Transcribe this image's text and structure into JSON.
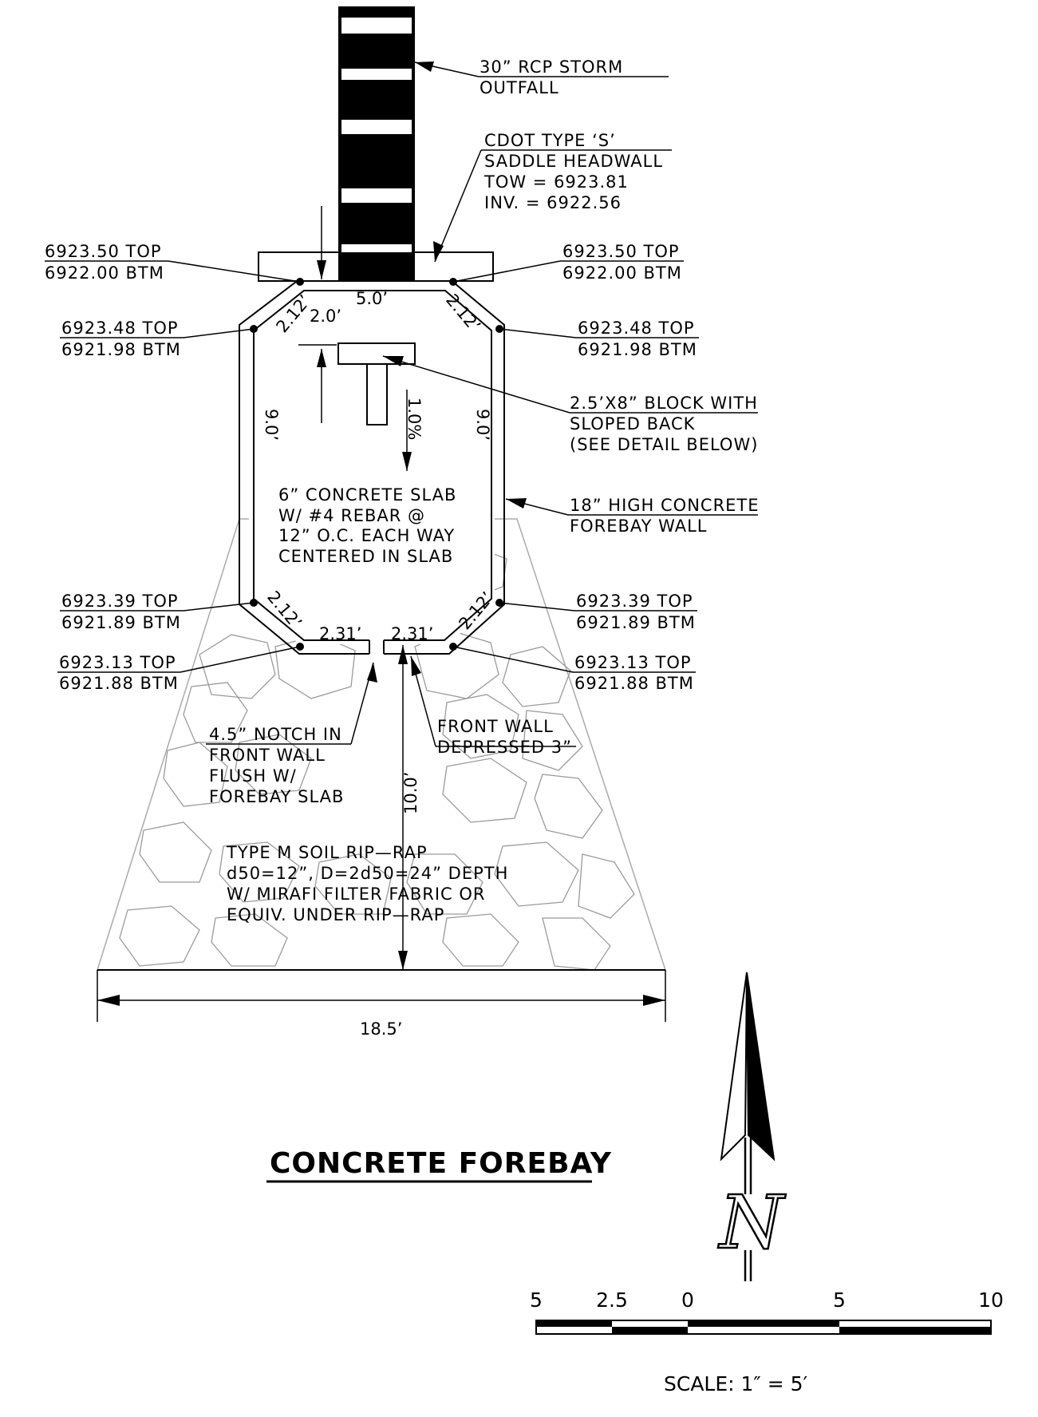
{
  "pipe": {
    "label_1": "30” RCP STORM",
    "label_2": "OUTFALL"
  },
  "headwall": {
    "line_1": "CDOT TYPE ‘S’",
    "line_2": "SADDLE HEADWALL",
    "line_3": "TOW = 6923.81",
    "line_4": "INV. = 6922.56"
  },
  "elevations": {
    "top_left_top": "6923.50 TOP",
    "top_left_btm": "6922.00 BTM",
    "top_right_top": "6923.50 TOP",
    "top_right_btm": "6922.00 BTM",
    "upper_left_top": "6923.48 TOP",
    "upper_left_btm": "6921.98 BTM",
    "upper_right_top": "6923.48 TOP",
    "upper_right_btm": "6921.98 BTM",
    "lower_left_top": "6923.39 TOP",
    "lower_left_btm": "6921.89 BTM",
    "lower_right_top": "6923.39 TOP",
    "lower_right_btm": "6921.89 BTM",
    "bottom_left_top": "6923.13 TOP",
    "bottom_left_btm": "6921.88 BTM",
    "bottom_right_top": "6923.13 TOP",
    "bottom_right_btm": "6921.88 BTM"
  },
  "dimensions": {
    "chamfer": "2.12’",
    "top_width": "5.0’",
    "offset": "2.0’",
    "side_length": "9.0’",
    "slope": "1.0%",
    "front_segment": "2.31’",
    "riprap_length": "10.0’",
    "riprap_width": "18.5’"
  },
  "callouts": {
    "block_1": "2.5’X8” BLOCK WITH",
    "block_2": "SLOPED BACK",
    "block_3": "(SEE DETAIL BELOW)",
    "wall_1": "18” HIGH CONCRETE",
    "wall_2": "FOREBAY WALL",
    "slab_1": "6” CONCRETE SLAB",
    "slab_2": "W/ #4 REBAR @",
    "slab_3": "12” O.C. EACH WAY",
    "slab_4": "CENTERED IN SLAB",
    "notch_1": "4.5” NOTCH IN",
    "notch_2": "FRONT WALL",
    "notch_3": "FLUSH W/",
    "notch_4": "FOREBAY SLAB",
    "front_1": "FRONT WALL",
    "front_2": "DEPRESSED 3”",
    "riprap_1": "TYPE M SOIL RIP—RAP",
    "riprap_2": "d50=12”, D=2d50=24” DEPTH",
    "riprap_3": "W/ MIRAFI FILTER FABRIC OR",
    "riprap_4": "EQUIV. UNDER RIP—RAP"
  },
  "title": "CONCRETE FOREBAY",
  "north": {
    "letter": "N"
  },
  "scale_bar": {
    "ticks": [
      "5",
      "2.5",
      "0",
      "5",
      "10"
    ],
    "note": "SCALE: 1″ = 5′"
  }
}
